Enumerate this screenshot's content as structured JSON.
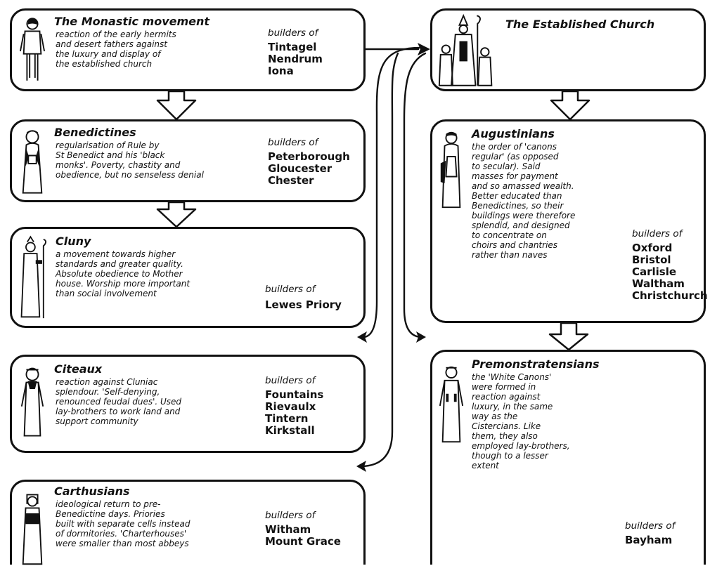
{
  "builders_label": "builders of",
  "orders": [
    {
      "title": "The Monastic movement",
      "desc": [
        "reaction of the early hermits",
        "and desert fathers against",
        "the luxury and display of",
        "the established church"
      ],
      "buildings": [
        "Tintagel",
        "Nendrum",
        "Iona"
      ]
    },
    {
      "title": "Benedictines",
      "desc": [
        "regularisation of Rule by",
        "St Benedict and his 'black",
        "monks'. Poverty, chastity and",
        "obedience, but no senseless denial"
      ],
      "buildings": [
        "Peterborough",
        "Gloucester",
        "Chester"
      ]
    },
    {
      "title": "Cluny",
      "desc": [
        "a movement towards higher",
        "standards and greater quality.",
        "Absolute obedience to Mother",
        "house. Worship more important",
        "than social involvement"
      ],
      "buildings": [
        "Lewes Priory"
      ]
    },
    {
      "title": "Citeaux",
      "desc": [
        "reaction against Cluniac",
        "splendour. 'Self-denying,",
        "renounced feudal dues'. Used",
        "lay-brothers to work land and",
        "support community"
      ],
      "buildings": [
        "Fountains",
        "Rievaulx",
        "Tintern",
        "Kirkstall"
      ]
    },
    {
      "title": "Carthusians",
      "desc": [
        "ideological return to pre-",
        "Benedictine days. Priories",
        "built with separate cells instead",
        "of dormitories. 'Charterhouses'",
        "were smaller than most abbeys"
      ],
      "buildings": [
        "Witham",
        "Mount Grace"
      ]
    },
    {
      "title": "The Established Church",
      "desc": [],
      "buildings": []
    },
    {
      "title": "Augustinians",
      "desc": [
        "the order of 'canons",
        "regular' (as opposed",
        "to secular). Said",
        "masses for payment",
        "and so amassed wealth.",
        "Better educated than",
        "Benedictines, so their",
        "buildings were therefore",
        "splendid, and designed",
        "to concentrate on",
        "choirs and chantries",
        "rather than naves"
      ],
      "buildings": [
        "Oxford",
        "Bristol",
        "Carlisle",
        "Waltham",
        "Christchurch"
      ]
    },
    {
      "title": "Premonstratensians",
      "desc": [
        "the 'White Canons'",
        "were formed in",
        "reaction against",
        "luxury, in the same",
        "way as the",
        "Cistercians. Like",
        "them, they also",
        "employed lay-brothers,",
        "though to a lesser",
        "extent"
      ],
      "buildings": [
        "Bayham"
      ]
    }
  ]
}
